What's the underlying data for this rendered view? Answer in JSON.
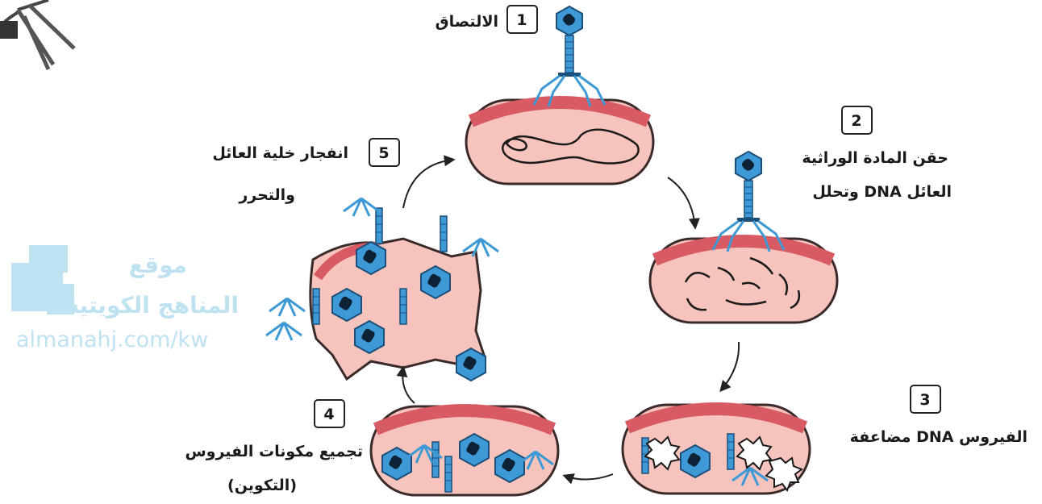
{
  "steps": [
    {
      "number": "1",
      "label": "الالتصاق"
    },
    {
      "number": "2",
      "label_line1": "حقن المادة الوراثية",
      "label_line2": "وتحلل DNA العائل"
    },
    {
      "number": "3",
      "label": "مضاعفة DNA الفيروس"
    },
    {
      "number": "4",
      "label_line1": "تجميع مكونات الفيروس",
      "label_line2": "(التكوين)"
    },
    {
      "number": "5",
      "label_line1": "انفجار خلية العائل",
      "label_line2": "والتحرر"
    }
  ],
  "watermark": {
    "line1": "موقع",
    "line2": "المناهج الكويتية",
    "url": "almanahj.com/kw"
  },
  "colors": {
    "cell_fill": "#f6c3bd",
    "cell_rim": "#d85a63",
    "phage_blue": "#3d9ad6",
    "phage_dark": "#123a5c",
    "watermark": "#bfe2f1"
  }
}
